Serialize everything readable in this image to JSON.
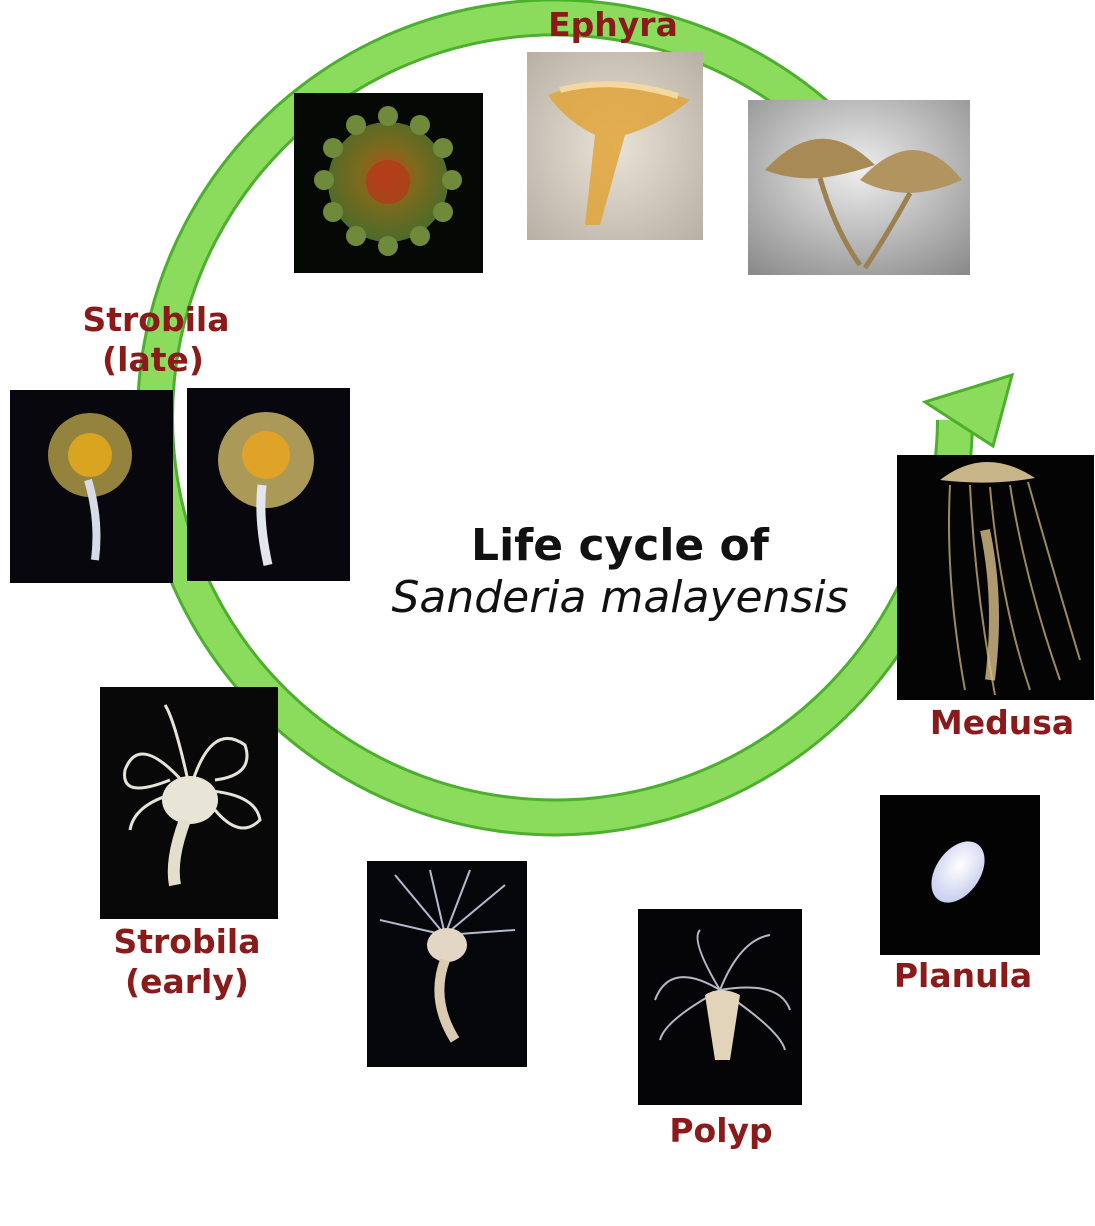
{
  "title": {
    "line1": "Life cycle of",
    "line2": "Sanderia malayensis"
  },
  "stages": {
    "ephyra": "Ephyra",
    "strobila_late_1": "Strobila",
    "strobila_late_2": "(late)",
    "medusa": "Medusa",
    "strobila_early_1": "Strobila",
    "strobila_early_2": "(early)",
    "polyp": "Polyp",
    "planula": "Planula"
  },
  "colors": {
    "arrow": "#7ed957",
    "arrow_edge": "#4caf2e",
    "label": "#8b1a1a",
    "photo_bg": "#0b0b0b"
  }
}
